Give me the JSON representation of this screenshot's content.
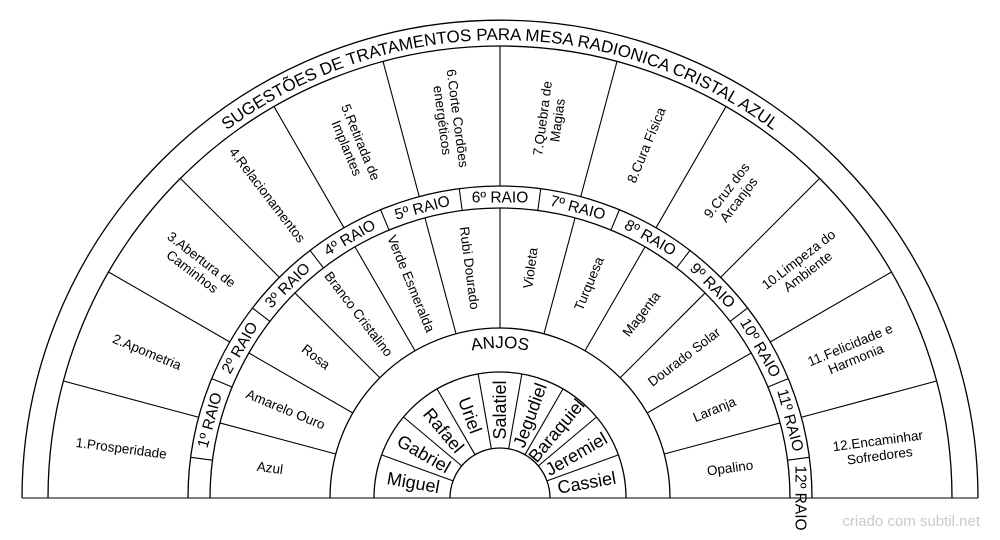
{
  "title": "SUGESTÕES DE TRATAMENTOS PARA MESA RADIONICA CRISTAL AZUL",
  "treatments": [
    [
      "1.Prosperidade"
    ],
    [
      "2.Apometria"
    ],
    [
      "3.Abertura de",
      "Caminhos"
    ],
    [
      "4.Relacionamentos"
    ],
    [
      "5.Retirada de",
      "Implantes"
    ],
    [
      "6.Corte Cordões",
      "energéticos"
    ],
    [
      "7.Quebra de",
      "Magias"
    ],
    [
      "8.Cura Física"
    ],
    [
      "9.Cruz dos",
      "Arcanjos"
    ],
    [
      "10.Limpeza do",
      "Ambiente"
    ],
    [
      "11.Felicidade e",
      "Harmonia"
    ],
    [
      "12.Encaminhar",
      "Sofredores"
    ]
  ],
  "rays": [
    "1º RAIO",
    "2º RAIO",
    "3º RAIO",
    "4º RAIO",
    "5º RAIO",
    "6º RAIO",
    "7º RAIO",
    "8º RAIO",
    "9º RAIO",
    "10º RAIO",
    "11º RAIO",
    "12º RAIO"
  ],
  "ray_colors": [
    "Azul",
    "Amarelo Ouro",
    "Rosa",
    "Branco Cristalino",
    "Verde Esmeralda",
    "Rubi Dourado",
    "Violeta",
    "Turquesa",
    "Magenta",
    "Dourado Solar",
    "Laranja",
    "Opalino"
  ],
  "angels_label": "ANJOS",
  "angels": [
    "Miguel",
    "Gabriel",
    "Rafael",
    "Uriel",
    "Salatiel",
    "Jegudiel",
    "Baraquiel",
    "Jeremiel",
    "Cassiel"
  ],
  "watermark": "criado com subtil.net"
}
